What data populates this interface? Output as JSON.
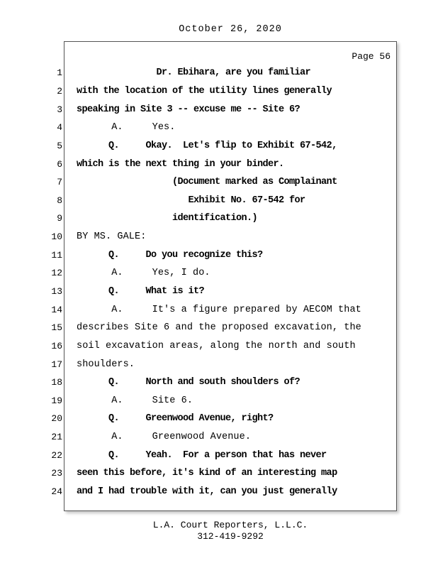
{
  "header": {
    "date": "October 26, 2020"
  },
  "page": {
    "label": "Page 56"
  },
  "transcript": {
    "lines": [
      {
        "n": "1",
        "bold": true,
        "t": "               Dr. Ebihara, are you familiar"
      },
      {
        "n": "2",
        "bold": true,
        "t": "with the location of the utility lines generally"
      },
      {
        "n": "3",
        "bold": true,
        "t": "speaking in Site 3 -- excuse me -- Site 6?"
      },
      {
        "n": "4",
        "bold": false,
        "t": "      A.     Yes."
      },
      {
        "n": "5",
        "bold": true,
        "t": "      Q.     Okay.  Let's flip to Exhibit 67-542,"
      },
      {
        "n": "6",
        "bold": true,
        "t": "which is the next thing in your binder."
      },
      {
        "n": "7",
        "bold": true,
        "t": "                  (Document marked as Complainant"
      },
      {
        "n": "8",
        "bold": true,
        "t": "                     Exhibit No. 67-542 for"
      },
      {
        "n": "9",
        "bold": true,
        "t": "                  identification.)"
      },
      {
        "n": "10",
        "bold": false,
        "t": "BY MS. GALE:"
      },
      {
        "n": "11",
        "bold": true,
        "t": "      Q.     Do you recognize this?"
      },
      {
        "n": "12",
        "bold": false,
        "t": "      A.     Yes, I do."
      },
      {
        "n": "13",
        "bold": true,
        "t": "      Q.     What is it?"
      },
      {
        "n": "14",
        "bold": false,
        "t": "      A.     It's a figure prepared by AECOM that"
      },
      {
        "n": "15",
        "bold": false,
        "t": "describes Site 6 and the proposed excavation, the"
      },
      {
        "n": "16",
        "bold": false,
        "t": "soil excavation areas, along the north and south"
      },
      {
        "n": "17",
        "bold": false,
        "t": "shoulders."
      },
      {
        "n": "18",
        "bold": true,
        "t": "      Q.     North and south shoulders of?"
      },
      {
        "n": "19",
        "bold": false,
        "t": "      A.     Site 6."
      },
      {
        "n": "20",
        "bold": true,
        "t": "      Q.     Greenwood Avenue, right?"
      },
      {
        "n": "21",
        "bold": false,
        "t": "      A.     Greenwood Avenue."
      },
      {
        "n": "22",
        "bold": true,
        "t": "      Q.     Yeah.  For a person that has never"
      },
      {
        "n": "23",
        "bold": true,
        "t": "seen this before, it's kind of an interesting map"
      },
      {
        "n": "24",
        "bold": true,
        "t": "and I had trouble with it, can you just generally"
      }
    ]
  },
  "footer": {
    "company": "L.A. Court Reporters, L.L.C.",
    "phone": "312-419-9292"
  }
}
